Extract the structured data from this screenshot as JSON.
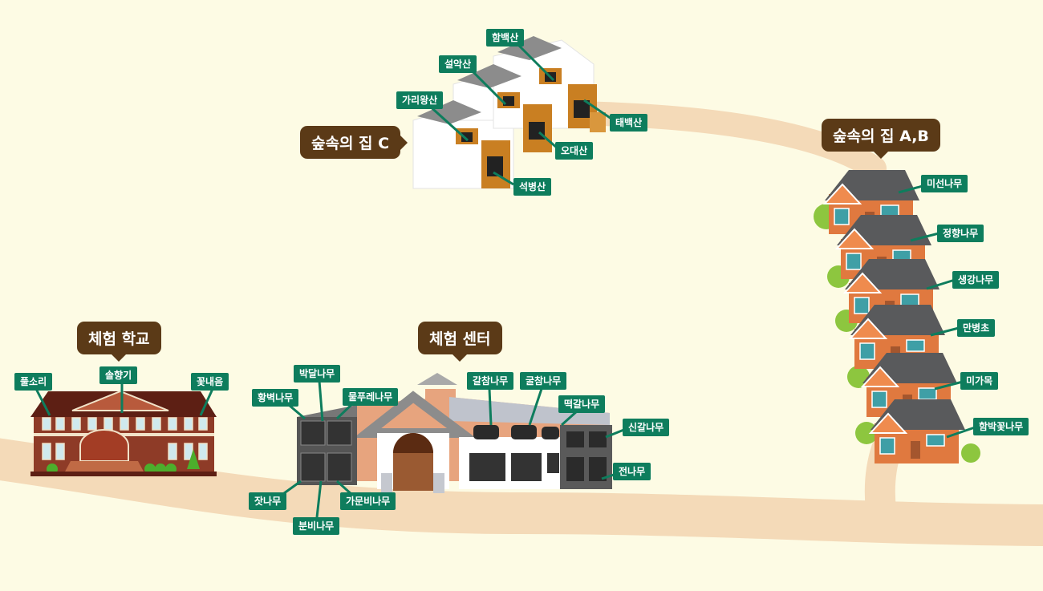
{
  "callouts": {
    "house_c": "숲속의 집 C",
    "house_ab": "숲속의 집 A,B",
    "school": "체험 학교",
    "center": "체험 센터"
  },
  "house_c_rooms": [
    "함백산",
    "설악산",
    "가리왕산",
    "태백산",
    "오대산",
    "석병산"
  ],
  "house_ab_rooms": [
    "미선나무",
    "정향나무",
    "생강나무",
    "만병초",
    "미가목",
    "함박꽃나무"
  ],
  "school_rooms": [
    "풀소리",
    "솔향기",
    "꽃내음"
  ],
  "center_rooms": [
    "박달나무",
    "황벽나무",
    "물푸레나무",
    "갈참나무",
    "굴참나무",
    "떡갈나무",
    "신갈나무",
    "전나무",
    "잣나무",
    "분비나무",
    "가문비나무"
  ],
  "colors": {
    "background": "#fdfbe4",
    "path": "#f4dab8",
    "callout": "#5b3a17",
    "tag": "#0e7d5d",
    "brick": "#8e3b27",
    "roof_gray": "#595a5c",
    "orange_wall": "#e0793f"
  }
}
